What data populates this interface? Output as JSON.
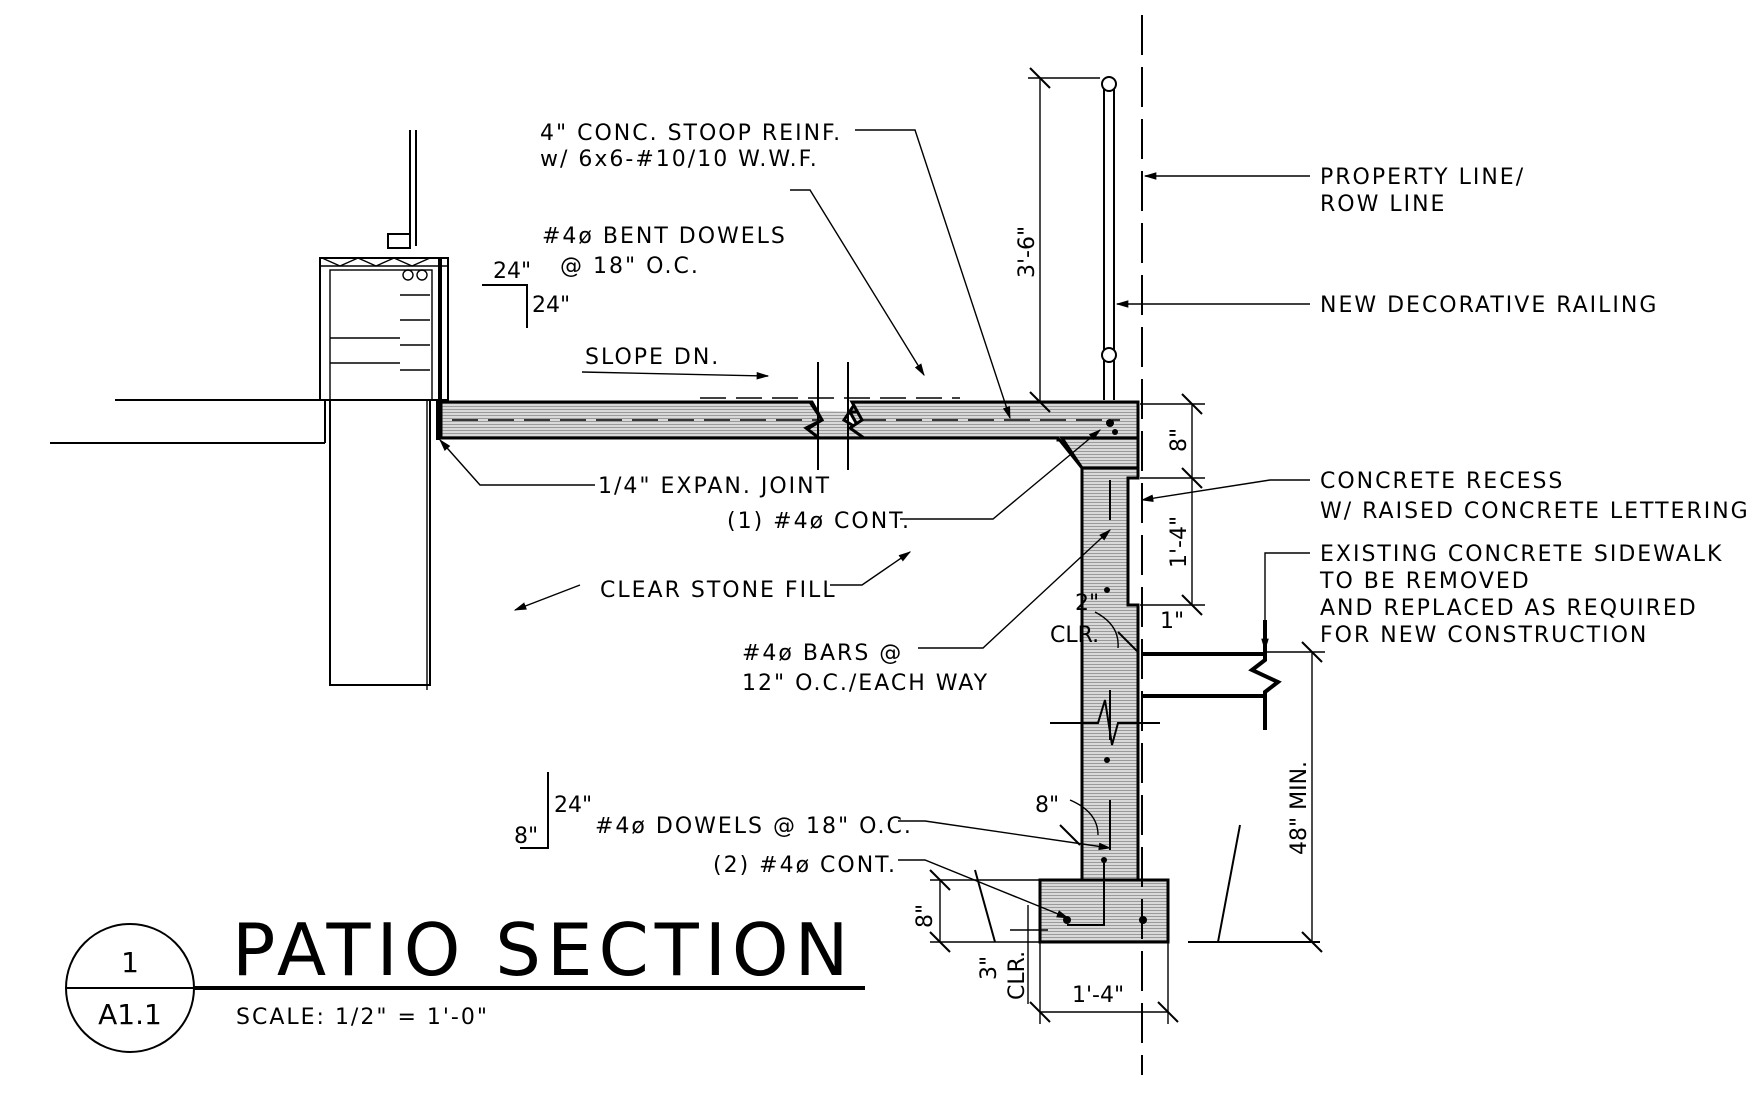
{
  "title": "PATIO SECTION",
  "scale": "SCALE: 1/2\" = 1'-0\"",
  "detail_number": "1",
  "sheet_number": "A1.1",
  "annotations": {
    "stoop": "4\" CONC. STOOP REINF.",
    "stoop_wwf": "w/ 6x6-#10/10 W.W.F.",
    "bent_dowels": "#4ø BENT DOWELS",
    "bent_dowels_spacing": "@  18\" O.C.",
    "slope": "SLOPE DN.",
    "expansion_joint": "1/4\" EXPAN. JOINT",
    "cont_bar_1": "(1) #4ø CONT.",
    "clear_stone": "CLEAR STONE FILL",
    "bars_each_way_1": "#4ø BARS @",
    "bars_each_way_2": "12\" O.C./EACH WAY",
    "dowels": "#4ø DOWELS @ 18\" O.C.",
    "cont_bar_2": "(2) #4ø CONT.",
    "property_line_1": "PROPERTY LINE/",
    "property_line_2": "ROW LINE",
    "railing": "NEW DECORATIVE RAILING",
    "recess_1": "CONCRETE RECESS",
    "recess_2": "W/ RAISED CONCRETE LETTERING",
    "sidewalk_1": "EXISTING CONCRETE SIDEWALK",
    "sidewalk_2": "TO BE REMOVED",
    "sidewalk_3": "AND REPLACED AS REQUIRED",
    "sidewalk_4": "FOR NEW CONSTRUCTION"
  },
  "dimensions": {
    "bent_horizontal": "24\"",
    "bent_vertical": "24\"",
    "rail_height": "3'-6\"",
    "slab_thickness": "8\"",
    "recess_height": "1'-4\"",
    "clear_2": "2\"",
    "clr": "CLR.",
    "recess_depth": "1\"",
    "min_depth": "48\" MIN.",
    "wall_8": "8\"",
    "dowel_vertical": "24\"",
    "dowel_horizontal": "8\"",
    "footing_thickness": "8\"",
    "footing_clear": "3\"",
    "footing_clr": "CLR.",
    "footing_width": "1'-4\""
  }
}
